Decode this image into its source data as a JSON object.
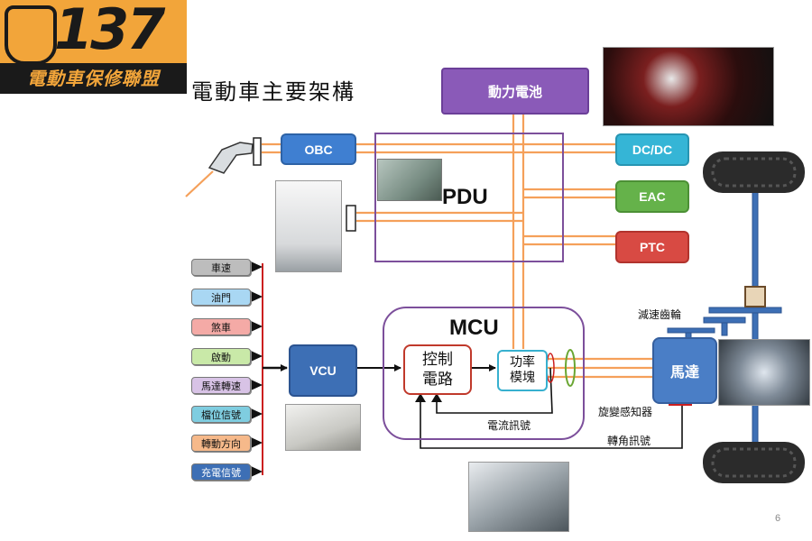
{
  "logo": {
    "number": "137",
    "subtitle": "電動車保修聯盟",
    "badge_icon": "shield-badge-icon"
  },
  "title": "電動車主要架構",
  "page_number": "6",
  "colors": {
    "power_line": "#f5a05a",
    "signal_line": "#cc1f1f",
    "frame": "#7c4f9b",
    "arrow": "#111111"
  },
  "components": {
    "battery": "動力電池",
    "obc": "OBC",
    "pdu": "PDU",
    "dcdc": "DC/DC",
    "eac": "EAC",
    "ptc": "PTC",
    "vcu": "VCU",
    "mcu": "MCU",
    "control_circuit": "控制\n電路",
    "power_module": "功率\n模塊",
    "motor": "馬達"
  },
  "labels": {
    "reducer": "減速齒輪",
    "resolver": "旋變感知器",
    "current_signal": "電流訊號",
    "angle_signal": "轉角訊號"
  },
  "inputs": [
    "車速",
    "油門",
    "煞車",
    "啟動",
    "馬達轉速",
    "檔位信號",
    "轉動方向",
    "充電信號"
  ],
  "images": [
    "charging-gun-icon",
    "charging-station-icon",
    "pdu-unit-photo",
    "power-electronics-photo",
    "vcu-module-photo",
    "mcu-module-photo",
    "gearbox-photo",
    "wheel-icon"
  ]
}
